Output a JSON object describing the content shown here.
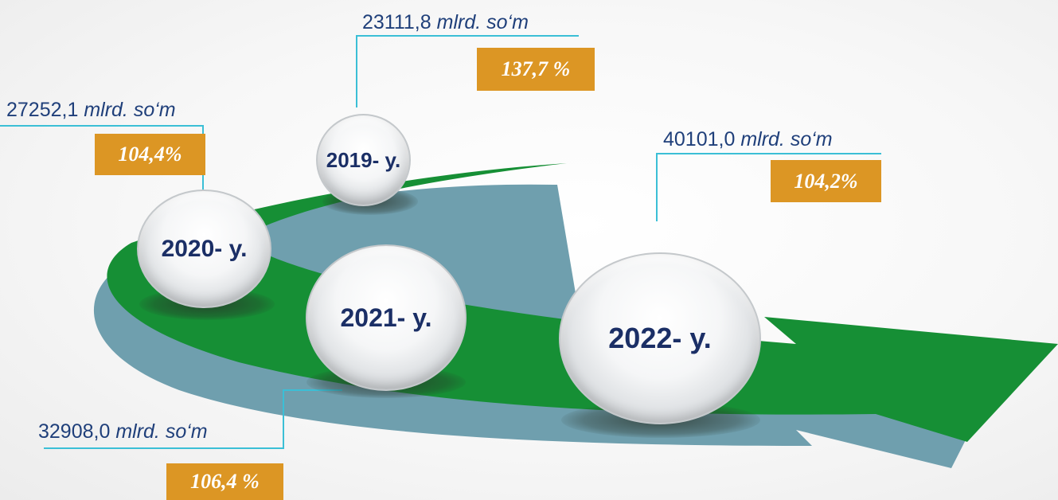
{
  "years": {
    "y2019": {
      "label": "2019- y.",
      "number": "23111,8",
      "unit": "mlrd. so‘m",
      "percent": "137,7 %"
    },
    "y2020": {
      "label": "2020- y.",
      "number": "27252,1",
      "unit": "mlrd. so‘m",
      "percent": "104,4%"
    },
    "y2021": {
      "label": "2021- y.",
      "number": "32908,0",
      "unit": "mlrd. so‘m",
      "percent": "106,4 %"
    },
    "y2022": {
      "label": "2022- y.",
      "number": "40101,0",
      "unit": "mlrd. so‘m",
      "percent": "104,2%"
    }
  },
  "colors": {
    "arrow": "#168f35",
    "arrow_shadow": "#6f9fae",
    "leader": "#3bbfd6",
    "badge": "#dc9624",
    "value_text": "#1f3f7a",
    "ball_text": "#1b2f66"
  }
}
